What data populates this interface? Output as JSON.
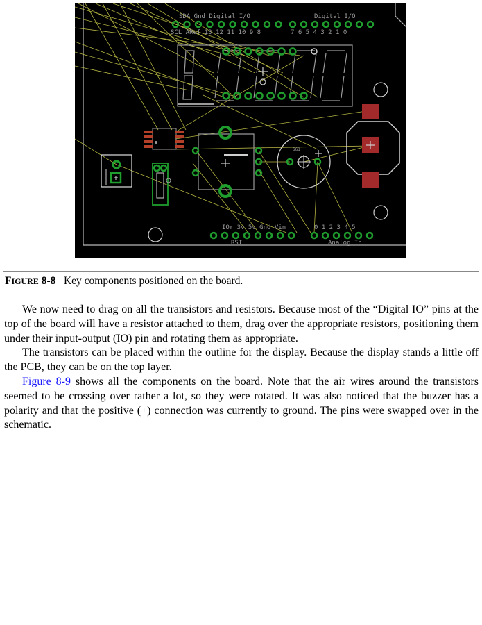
{
  "figure": {
    "header_top": "SDA   Gnd   Digital I/O",
    "header_top_right": "Digital I/O",
    "header_pins_left": "SCL  ARef   13 12 11 10  9  8",
    "header_pins_right": "7  6  5  4  3  2  1  0",
    "power_labels": "IOr   3v 5v  Gnd  Vin",
    "rst_label": "RST",
    "analog_pins": "0  1  2  3  4  5",
    "analog_label": "Analog In",
    "buzzer_label": "SG1",
    "colors": {
      "board": "#000000",
      "outline": "#b8b8b8",
      "airwire": "#c8c84a",
      "pad": "#1f9e2e",
      "smd": "#b5402a",
      "battery_pad": "#a32a2a"
    }
  },
  "caption": {
    "label_first": "F",
    "label_rest": "IGURE",
    "number": "8-8",
    "text": "Key components positioned on the board."
  },
  "paragraphs": [
    {
      "text": "We now need to drag on all the transistors and resistors. Because most of the “Digital IO” pins at the top of the board will have a resistor attached to them, drag over the appropriate resistors, positioning them under their input-output (IO) pin and rotating them as appropriate."
    },
    {
      "text": "The transistors can be placed within the outline for the display. Because the display stands a little off the PCB, they can be on the top layer."
    },
    {
      "link": "Figure 8-9",
      "text": " shows all the components on the board. Note that the air wires around the transistors seemed to be crossing over rather a lot, so they were rotated. It was also noticed that the buzzer has a polarity and that the positive (+) connection was currently to ground. The pins were swapped over in the schematic."
    }
  ]
}
